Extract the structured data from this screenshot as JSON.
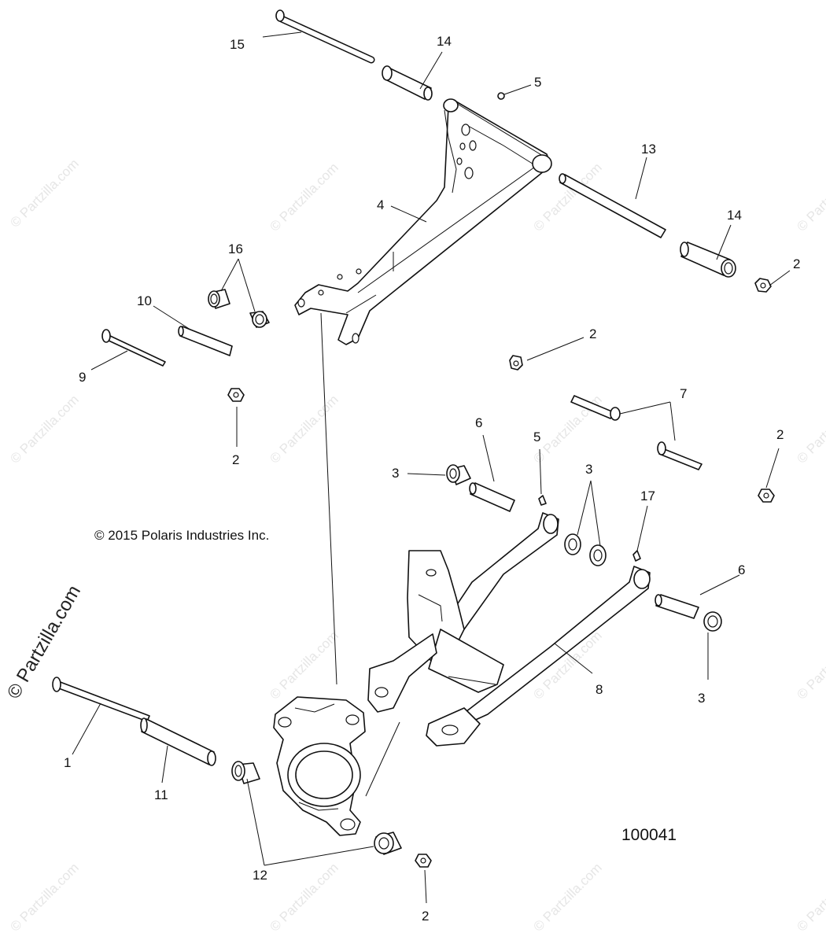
{
  "copyright": "© 2015 Polaris Industries Inc.",
  "figure_number": "100041",
  "watermark": {
    "text": "© Partzilla.com",
    "large_text": "© Partzilla.com"
  },
  "callouts": [
    {
      "id": "c15",
      "label": "15"
    },
    {
      "id": "c14a",
      "label": "14"
    },
    {
      "id": "c5a",
      "label": "5"
    },
    {
      "id": "c13",
      "label": "13"
    },
    {
      "id": "c4",
      "label": "4"
    },
    {
      "id": "c14b",
      "label": "14"
    },
    {
      "id": "c2a",
      "label": "2"
    },
    {
      "id": "c16",
      "label": "16"
    },
    {
      "id": "c10",
      "label": "10"
    },
    {
      "id": "c9",
      "label": "9"
    },
    {
      "id": "c2b",
      "label": "2"
    },
    {
      "id": "c2c",
      "label": "2"
    },
    {
      "id": "c7",
      "label": "7"
    },
    {
      "id": "c6a",
      "label": "6"
    },
    {
      "id": "c5b",
      "label": "5"
    },
    {
      "id": "c2d",
      "label": "2"
    },
    {
      "id": "c3a",
      "label": "3"
    },
    {
      "id": "c3b",
      "label": "3"
    },
    {
      "id": "c17",
      "label": "17"
    },
    {
      "id": "c6b",
      "label": "6"
    },
    {
      "id": "c3c",
      "label": "3"
    },
    {
      "id": "c8",
      "label": "8"
    },
    {
      "id": "c1",
      "label": "1"
    },
    {
      "id": "c11",
      "label": "11"
    },
    {
      "id": "c12",
      "label": "12"
    },
    {
      "id": "c2e",
      "label": "2"
    }
  ]
}
